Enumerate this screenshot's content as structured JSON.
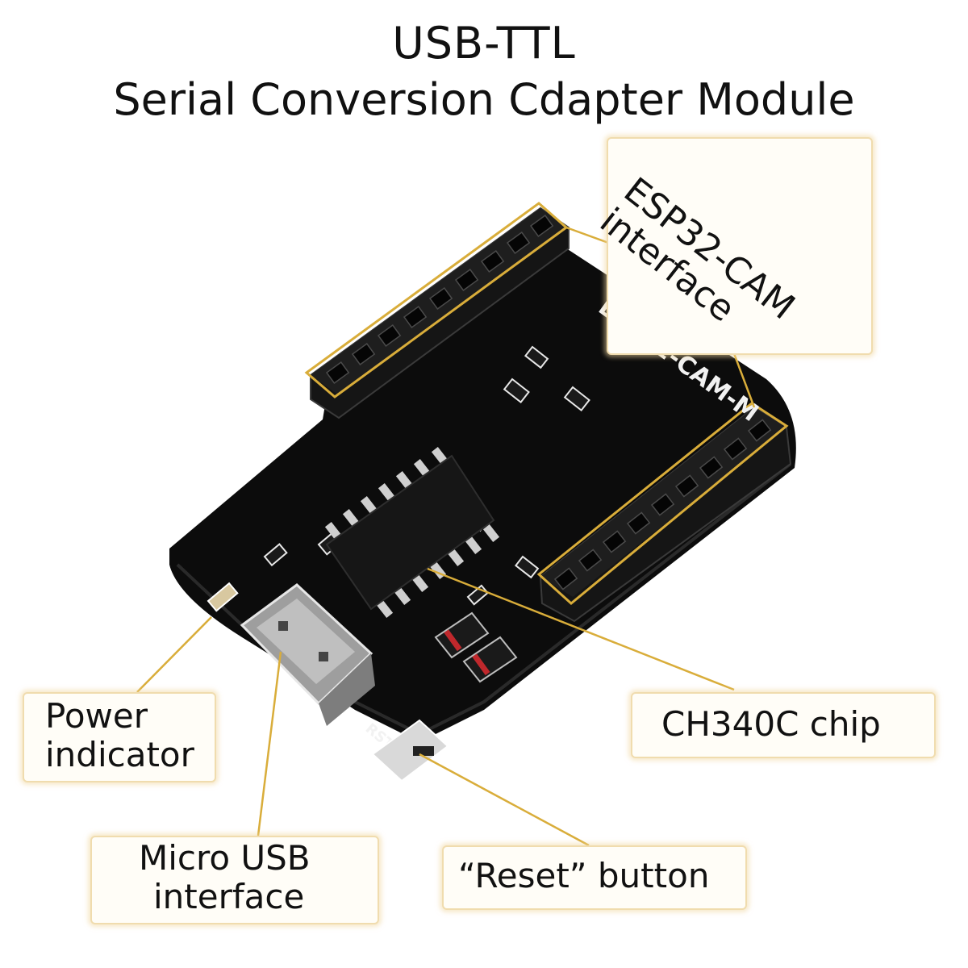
{
  "title": {
    "line1": "USB-TTL",
    "line2": "Serial Conversion Cdapter Module"
  },
  "board": {
    "silkscreen_esp": "ESP32-CAM-M",
    "silkscreen_rst": "RST"
  },
  "callouts": {
    "esp32": {
      "line1": "ESP32-CAM",
      "line2": "interface"
    },
    "power": {
      "line1": "Power",
      "line2": "indicator"
    },
    "usb": {
      "line1": "Micro USB",
      "line2": "interface"
    },
    "chip": {
      "label": "CH340C chip"
    },
    "reset": {
      "label": "“Reset”  button"
    }
  },
  "colors": {
    "board": "#0c0c0c",
    "leader": "#d9ad3a",
    "callout_border": "#f0dcae"
  }
}
